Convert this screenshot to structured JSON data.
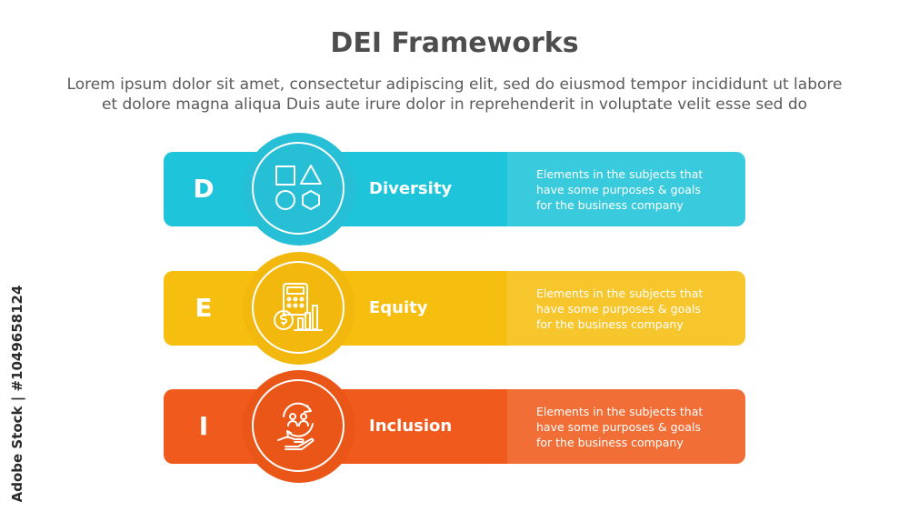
{
  "title": "DEI Frameworks",
  "subtitle_line1": "Lorem ipsum dolor sit amet, consectetur adipiscing elit, sed do eiusmod tempor incididunt ut labore",
  "subtitle_line2": "et dolore magna aliqua Duis aute irure dolor in reprehenderit in voluptate velit esse sed do",
  "rows": [
    {
      "letter": "D",
      "name": "Diversity",
      "icon": "shapes-icon",
      "color": "#1ec4d9",
      "circle_color": "#27bfd6",
      "desc": [
        "Elements in the subjects that",
        "have  some purposes & goals",
        "for the  business company"
      ]
    },
    {
      "letter": "E",
      "name": "Equity",
      "icon": "finance-calculator-icon",
      "color": "#f6be0f",
      "circle_color": "#f2b80e",
      "desc": [
        "Elements in the subjects that",
        "have  some purposes & goals",
        "for the  business company"
      ]
    },
    {
      "letter": "I",
      "name": "Inclusion",
      "icon": "people-hand-icon",
      "color": "#f05a1c",
      "circle_color": "#ea5618",
      "desc": [
        "Elements in the subjects that",
        "have  some purposes & goals",
        "for the  business company"
      ]
    }
  ],
  "watermark": "Adobe Stock | #1049658124"
}
